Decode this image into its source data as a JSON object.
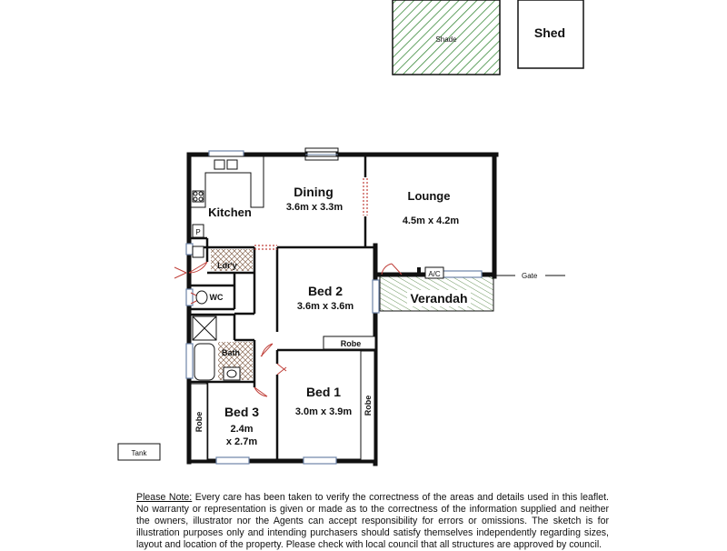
{
  "outbuildings": {
    "shade": "Shade",
    "shed": "Shed",
    "tank": "Tank",
    "gate": "Gate"
  },
  "rooms": {
    "dining": {
      "name": "Dining",
      "dims": "3.6m x 3.3m"
    },
    "lounge": {
      "name": "Lounge",
      "dims": "4.5m x 4.2m"
    },
    "kitchen": {
      "name": "Kitchen"
    },
    "pantry": {
      "name": "P"
    },
    "laundry": {
      "name": "Ldr'y"
    },
    "wc": {
      "name": "WC"
    },
    "bath": {
      "name": "Bath"
    },
    "bed1": {
      "name": "Bed 1",
      "dims": "3.0m x 3.9m"
    },
    "bed2": {
      "name": "Bed 2",
      "dims": "3.6m x 3.6m"
    },
    "bed3": {
      "name": "Bed 3",
      "dims_line1": "2.4m",
      "dims_line2": "x 2.7m"
    },
    "verandah": {
      "name": "Verandah"
    },
    "ac": {
      "name": "A/C"
    },
    "robe_bed2": "Robe",
    "robe_bed1": "Robe",
    "robe_bed3": "Robe"
  },
  "disclaimer": {
    "heading": "Please Note:",
    "text": "  Every care has been taken to verify the correctness of the areas and details used in this  leaflet. No warranty or  representation is  given or made as to the correctness of the information supplied and    neither the  owners,  illustrator nor the  Agents can  accept  responsibility  for  errors or  omissions.  The  sketch is  for illustration  purposes  only and  intending purchasers should satisfy themselves independently regarding  sizes,  layout  and  location of the property. Please check  with local council that all structures are approved by council."
  },
  "colors": {
    "wall": "#111111",
    "hatch_green": "#3a8a3a",
    "window_blue": "#6d84a8",
    "door_red": "#c0403a",
    "lattice_brown": "#8a6a55"
  }
}
